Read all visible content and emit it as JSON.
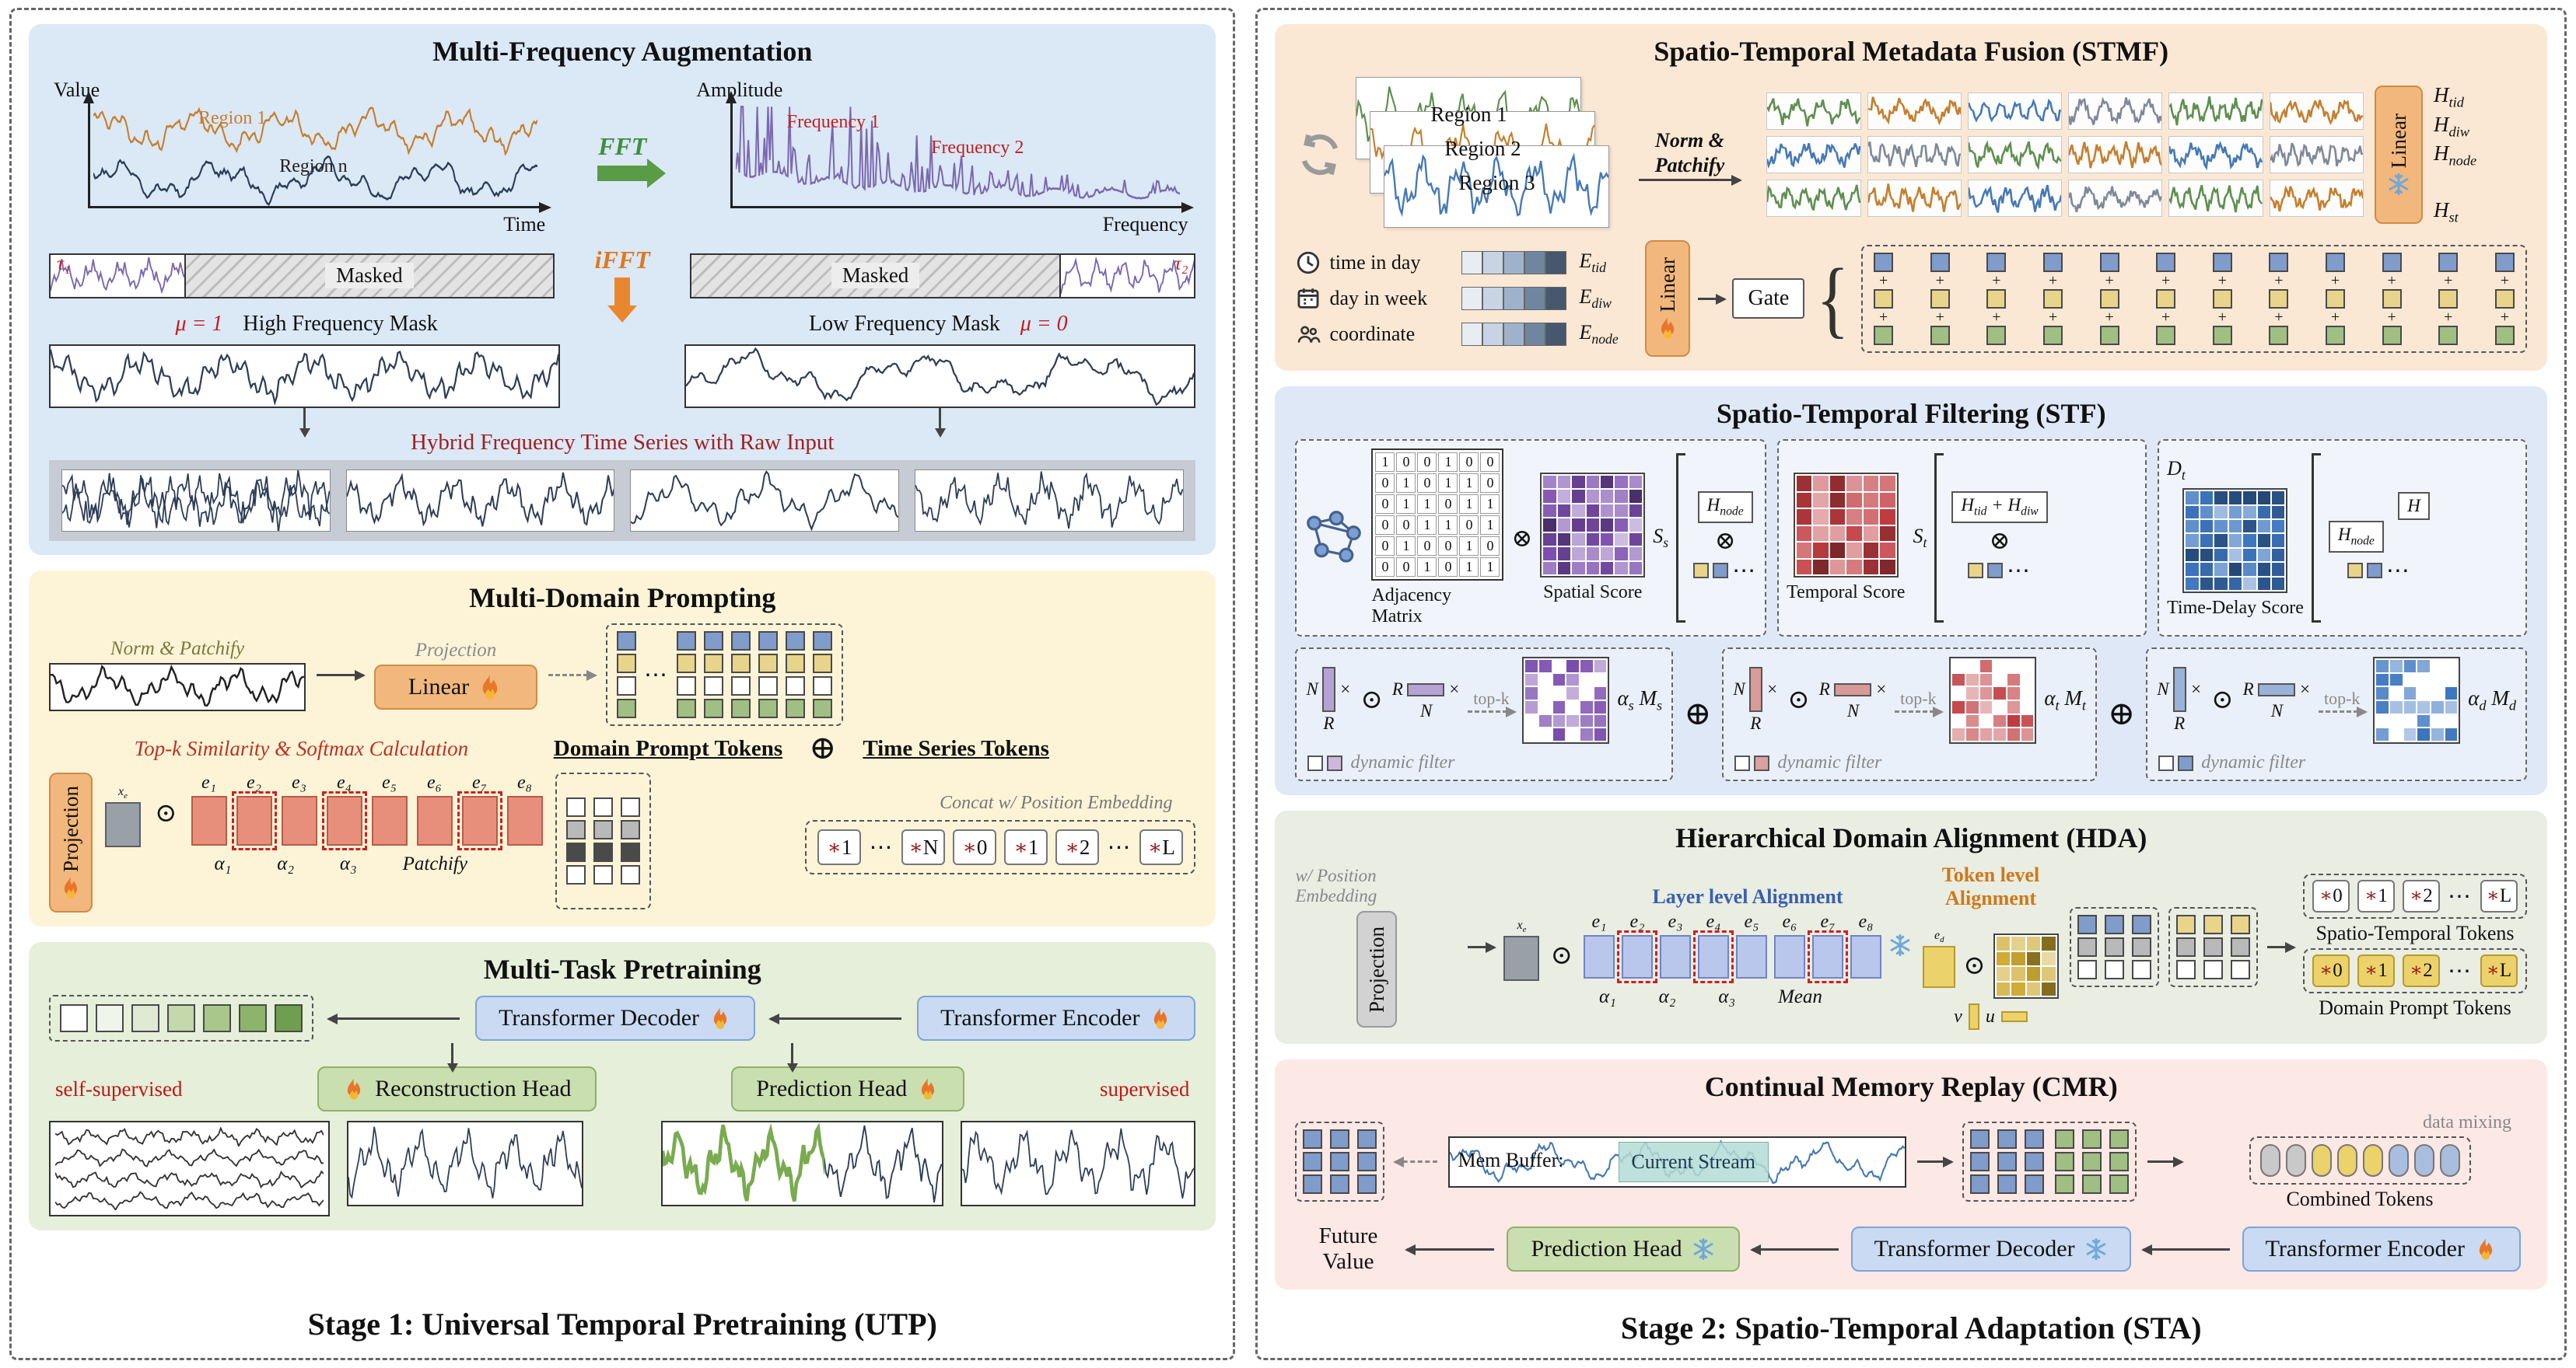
{
  "stage1": {
    "caption": "Stage 1: Universal Temporal Pretraining (UTP)",
    "mfa": {
      "title": "Multi-Frequency Augmentation",
      "value_axis": "Value",
      "region1": "Region 1",
      "region_n": "Region n",
      "time_axis": "Time",
      "fft": "FFT",
      "amplitude_axis": "Amplitude",
      "frequency1": "Frequency 1",
      "frequency2": "Frequency 2",
      "frequency_axis": "Frequency",
      "tau1": "τ₁",
      "tau2": "τ₂",
      "masked_left": "Masked",
      "masked_right": "Masked",
      "ifft": "iFFT",
      "mu_one": "μ = 1",
      "high_mask": "High Frequency Mask",
      "low_mask": "Low Frequency Mask",
      "mu_zero": "μ = 0",
      "hybrid": "Hybrid Frequency Time Series with Raw Input"
    },
    "mdp": {
      "title": "Multi-Domain Prompting",
      "norm_patchify": "Norm & Patchify",
      "projection_label": "Projection",
      "linear": "Linear",
      "topk_note": "Top-k Similarity & Softmax Calculation",
      "domain_prompt_tokens": "Domain Prompt Tokens",
      "plus": "⊕",
      "time_series_tokens": "Time Series Tokens",
      "projection_box": "Projection",
      "xe": {
        "base": "x",
        "sub": "e"
      },
      "odot": "⊙",
      "e_units": [
        "e₁",
        "e₂",
        "e₃",
        "e₄",
        "e₅",
        "e₆",
        "e₇",
        "e₈"
      ],
      "alphas": [
        "α₁",
        "α₂",
        "α₃"
      ],
      "patchify": "Patchify",
      "concat_note": "Concat w/ Position Embedding",
      "ellipsis": "⋯",
      "pos_tokens": [
        "∗1",
        "⋯",
        "∗N",
        "∗0",
        "∗1",
        "∗2",
        "⋯",
        "∗L"
      ]
    },
    "mtp": {
      "title": "Multi-Task Pretraining",
      "decoder": "Transformer Decoder",
      "encoder": "Transformer Encoder",
      "self_supervised": "self-supervised",
      "reconstruction_head": "Reconstruction Head",
      "prediction_head": "Prediction Head",
      "supervised": "supervised"
    }
  },
  "stage2": {
    "caption": "Stage 2: Spatio-Temporal Adaptation (STA)",
    "stmf": {
      "title": "Spatio-Temporal Metadata Fusion (STMF)",
      "regions": [
        "Region 1",
        "Region 2",
        "Region 3"
      ],
      "norm_line1": "Norm &",
      "norm_line2": "Patchify",
      "linear_frozen": "Linear",
      "h_tid": {
        "base": "H",
        "sub": "tid"
      },
      "h_diw": {
        "base": "H",
        "sub": "diw"
      },
      "h_node": {
        "base": "H",
        "sub": "node"
      },
      "h_st": {
        "base": "H",
        "sub": "st"
      },
      "meta_rows": [
        {
          "label": "time in day",
          "e": {
            "base": "E",
            "sub": "tid"
          }
        },
        {
          "label": "day in week",
          "e": {
            "base": "E",
            "sub": "diw"
          }
        },
        {
          "label": "coordinate",
          "e": {
            "base": "E",
            "sub": "node"
          }
        }
      ],
      "linear_tuned": "Linear",
      "gate": "Gate",
      "brace": "{"
    },
    "stf": {
      "title": "Spatio-Temporal Filtering (STF)",
      "adjacency_label": "Adjacency Matrix",
      "adjacency_rows": [
        "1 0 0 1 0 0",
        "0 1 0 1 1 0",
        "0 1 1 0 1 1",
        "0 0 1 1 0 1",
        "0 1 0 0 1 0",
        "0 0 1 0 1 1"
      ],
      "otimes": "⊗",
      "spatial_score": "Spatial Score",
      "s_s": {
        "base": "S",
        "sub": "s"
      },
      "h_node": {
        "base": "H",
        "sub": "node"
      },
      "temporal_score": "Temporal Score",
      "s_t": {
        "base": "S",
        "sub": "t"
      },
      "h_sum": {
        "b1": "H",
        "s1": "tid",
        "plus": "+",
        "b2": "H",
        "s2": "diw"
      },
      "delay_score": "Time-Delay Score",
      "d_t": {
        "base": "D",
        "sub": "t"
      },
      "h_plain": "H",
      "n": "N",
      "r": "R",
      "times": "×",
      "odot": "⊙",
      "topk": "top-k",
      "dynamic_filter": "dynamic filter",
      "oplus": "⊕",
      "ellipsis": "⋯",
      "filters": [
        {
          "alpha": "α",
          "alpha_sub": "s",
          "m": "M",
          "m_sub": "s"
        },
        {
          "alpha": "α",
          "alpha_sub": "t",
          "m": "M",
          "m_sub": "t"
        },
        {
          "alpha": "α",
          "alpha_sub": "d",
          "m": "M",
          "m_sub": "d"
        }
      ]
    },
    "hda": {
      "title": "Hierarchical Domain Alignment (HDA)",
      "pos_note": "w/ Position Embedding",
      "projection_box": "Projection",
      "xe": {
        "base": "x",
        "sub": "e"
      },
      "odot": "⊙",
      "e_units": [
        "e₁",
        "e₂",
        "e₃",
        "e₄",
        "e₅",
        "e₆",
        "e₇",
        "e₈"
      ],
      "layer_align": "Layer level Alignment",
      "token_align": "Token level Alignment",
      "alphas": [
        "α₁",
        "α₂",
        "α₃"
      ],
      "mean": "Mean",
      "e_d": {
        "base": "e",
        "sub": "d"
      },
      "v": "v",
      "u": "u",
      "st_tokens": [
        "∗0",
        "∗1",
        "∗2",
        "⋯",
        "∗L"
      ],
      "st_tokens_label": "Spatio-Temporal Tokens",
      "dp_tokens": [
        "∗0",
        "∗1",
        "∗2",
        "⋯",
        "∗L"
      ],
      "dp_tokens_label": "Domain Prompt Tokens"
    },
    "cmr": {
      "title": "Continual Memory Replay (CMR)",
      "data_mixing": "data mixing",
      "mem_buffer": "Mem Buffer:",
      "current_stream": "Current Stream",
      "combined_tokens": "Combined Tokens",
      "future_1": "Future",
      "future_2": "Value",
      "prediction_head": "Prediction Head",
      "decoder": "Transformer Decoder",
      "encoder": "Transformer Encoder"
    }
  }
}
